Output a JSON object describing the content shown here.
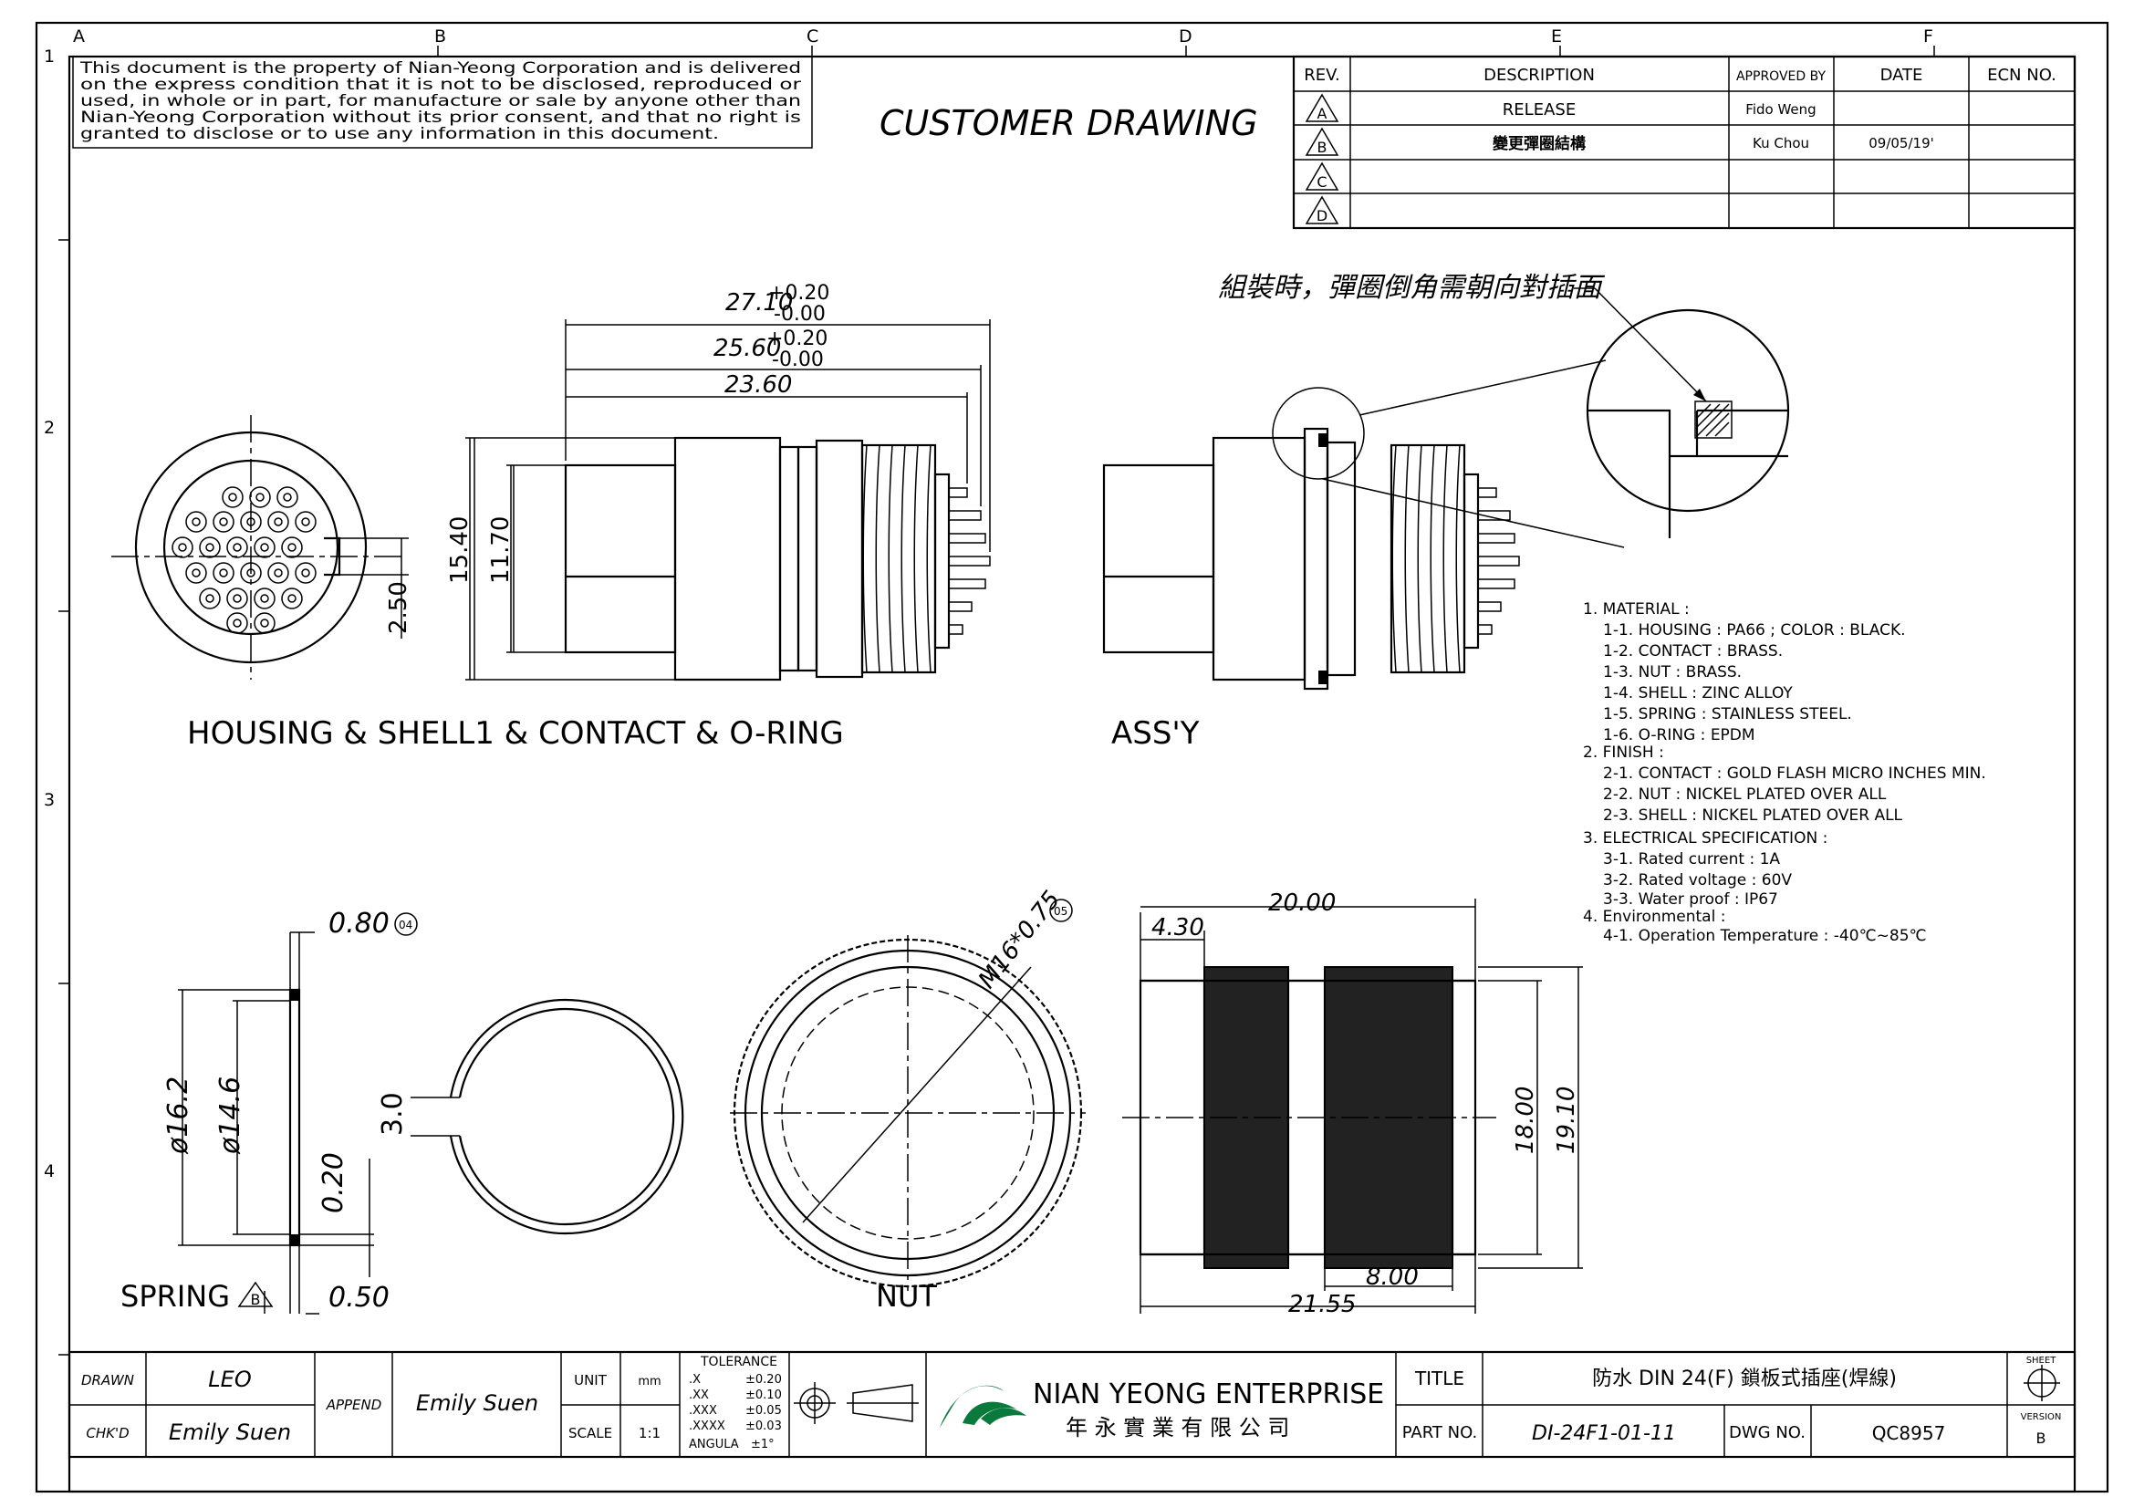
{
  "frame": {
    "col_letters": [
      "A",
      "B",
      "C",
      "D",
      "E",
      "F"
    ],
    "row_numbers": [
      "1",
      "2",
      "3",
      "4"
    ]
  },
  "notice": {
    "lines": [
      "This document is the property of Nian-Yeong Corporation and is delivered",
      "on  the  express condition that it is not to be disclosed, reproduced or",
      "used, in whole or in part, for manufacture or sale by anyone other than",
      "Nian-Yeong Corporation without  its prior consent, and that  no right  is",
      "granted to disclose or to use any information in this  document."
    ]
  },
  "drawing_type": "CUSTOMER DRAWING",
  "revision_table": {
    "headers": [
      "REV.",
      "DESCRIPTION",
      "APPROVED BY",
      "DATE",
      "ECN NO."
    ],
    "rows": [
      {
        "rev": "A",
        "description": "RELEASE",
        "approved_by": "Fido Weng",
        "date": "",
        "ecn": ""
      },
      {
        "rev": "B",
        "description": "變更彈圈結構",
        "approved_by": "Ku Chou",
        "date": "09/05/19'",
        "ecn": ""
      },
      {
        "rev": "C",
        "description": "",
        "approved_by": "",
        "date": "",
        "ecn": ""
      },
      {
        "rev": "D",
        "description": "",
        "approved_by": "",
        "date": "",
        "ecn": ""
      }
    ]
  },
  "views": {
    "housing_label": "HOUSING & SHELL1 & CONTACT & O-RING",
    "assy_label": "ASS'Y",
    "spring_label": "SPRING",
    "spring_rev": "B",
    "nut_label": "NUT",
    "assembly_note": "組裝時，彈圈倒角需朝向對插面"
  },
  "dimensions": {
    "d1_main": "27.10",
    "d1_tol_up": "+0.20",
    "d1_tol_dn": "-0.00",
    "d2_main": "25.60",
    "d2_tol_up": "+0.20",
    "d2_tol_dn": "-0.00",
    "d3": "23.60",
    "h_outer": "15.40",
    "h_inner": "11.70",
    "key": "2.50",
    "spring_t": "0.80",
    "spring_t_bubble": "04",
    "spring_od": "ø16.2",
    "spring_id": "ø14.6",
    "spring_gap": "0.20",
    "spring_w": "0.50",
    "ring_gap": "3.0",
    "thread": "M16*0.75",
    "thread_bubble": "05",
    "nut_len": "20.00",
    "nut_step": "4.30",
    "nut_d1": "18.00",
    "nut_d2": "19.10",
    "nut_knurl": "8.00",
    "nut_total": "21.55"
  },
  "notes": [
    "1. MATERIAL :",
    "1-1. HOUSING : PA66 ; COLOR : BLACK.",
    "1-2. CONTACT : BRASS.",
    "1-3. NUT : BRASS.",
    "1-4. SHELL : ZINC ALLOY",
    "1-5. SPRING : STAINLESS STEEL.",
    "1-6. O-RING : EPDM",
    "2. FINISH :",
    "2-1. CONTACT : GOLD FLASH MICRO INCHES MIN.",
    "2-2. NUT : NICKEL PLATED OVER ALL",
    "2-3. SHELL : NICKEL PLATED OVER ALL",
    "3. ELECTRICAL SPECIFICATION :",
    "3-1. Rated current : 1A",
    "3-2. Rated voltage : 60V",
    "3-3. Water proof : IP67",
    "4. Environmental :",
    "4-1. Operation Temperature : -40℃~85℃"
  ],
  "title_block": {
    "drawn_label": "DRAWN",
    "drawn_value": "LEO",
    "chkd_label": "CHK'D",
    "chkd_value": "Emily Suen",
    "append_label": "APPEND",
    "append_value": "Emily Suen",
    "unit_label": "UNIT",
    "unit_value": "mm",
    "scale_label": "SCALE",
    "scale_value": "1:1",
    "tol_title": "TOLERANCE",
    "tol_rows": [
      {
        "k": ".X",
        "v": "±0.20"
      },
      {
        "k": ".XX",
        "v": "±0.10"
      },
      {
        "k": ".XXX",
        "v": "±0.05"
      },
      {
        "k": ".XXXX",
        "v": "±0.03"
      },
      {
        "k": "ANGULA",
        "v": "±1°"
      }
    ],
    "company_en": "NIAN YEONG ENTERPRISE",
    "company_zh": "年 永 實 業 有 限 公 司",
    "title_label": "TITLE",
    "title_value": "防水 DIN 24(F) 鎖板式插座(焊線)",
    "part_label": "PART NO.",
    "part_value": "DI-24F1-01-11",
    "dwg_label": "DWG NO.",
    "dwg_value": "QC8957",
    "sheet_label": "SHEET",
    "version_label": "VERSION",
    "version_value": "B"
  }
}
